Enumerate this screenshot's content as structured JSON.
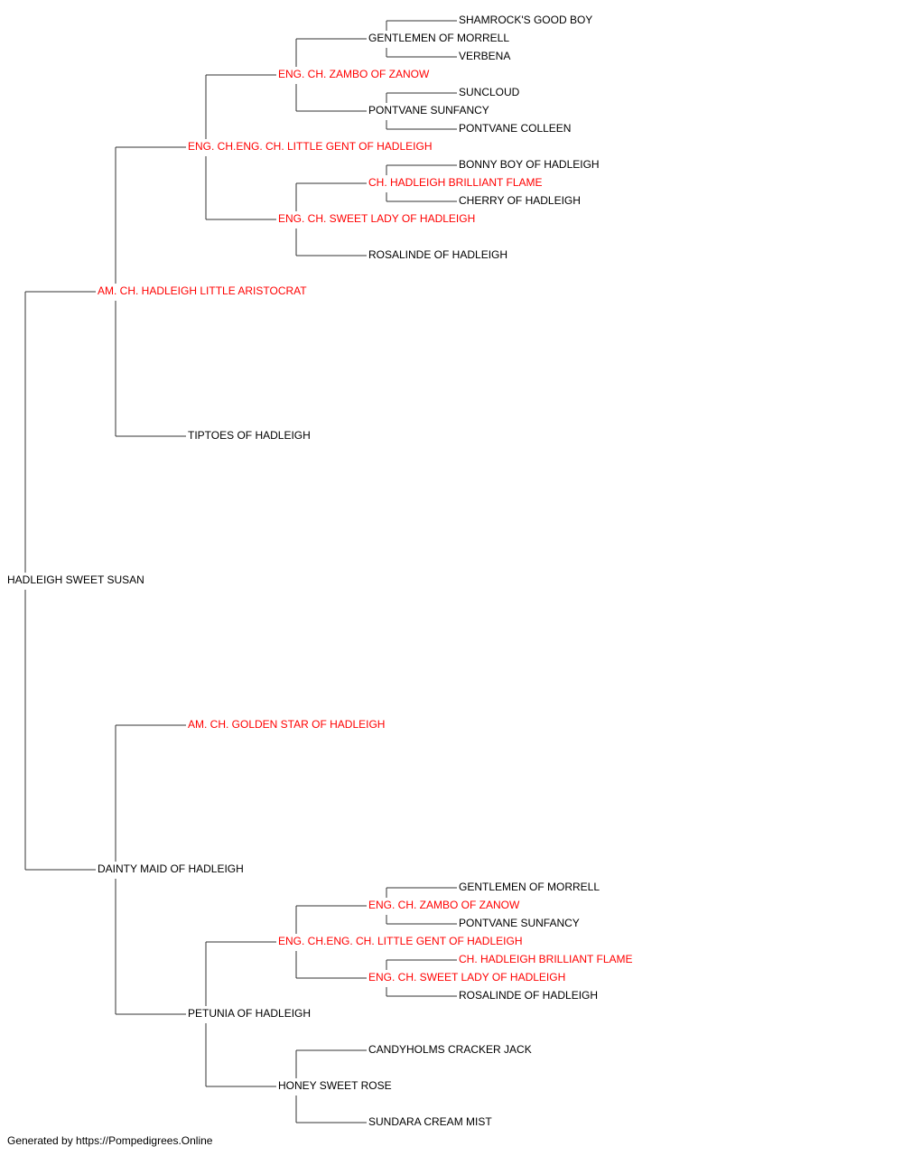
{
  "colors": {
    "champion": "#ff0000",
    "regular": "#000000",
    "line": "#333333"
  },
  "pedigree": {
    "name": "HADLEIGH SWEET SUSAN",
    "champion": false,
    "sire": {
      "name": "AM. CH. HADLEIGH LITTLE ARISTOCRAT",
      "champion": true,
      "sire": {
        "name": "ENG. CH.ENG. CH. LITTLE GENT OF HADLEIGH",
        "champion": true,
        "sire": {
          "name": "ENG. CH. ZAMBO OF ZANOW",
          "champion": true,
          "sire": {
            "name": "GENTLEMEN OF MORRELL",
            "champion": false,
            "sire": {
              "name": "SHAMROCK'S GOOD BOY",
              "champion": false
            },
            "dam": {
              "name": "VERBENA",
              "champion": false
            }
          },
          "dam": {
            "name": "PONTVANE SUNFANCY",
            "champion": false,
            "sire": {
              "name": "SUNCLOUD",
              "champion": false
            },
            "dam": {
              "name": "PONTVANE COLLEEN",
              "champion": false
            }
          }
        },
        "dam": {
          "name": "ENG. CH. SWEET LADY OF HADLEIGH",
          "champion": true,
          "sire": {
            "name": "CH. HADLEIGH BRILLIANT FLAME",
            "champion": true,
            "sire": {
              "name": "BONNY BOY OF HADLEIGH",
              "champion": false
            },
            "dam": {
              "name": "CHERRY OF HADLEIGH",
              "champion": false
            }
          },
          "dam": {
            "name": "ROSALINDE OF HADLEIGH",
            "champion": false
          }
        }
      },
      "dam": {
        "name": "TIPTOES OF HADLEIGH",
        "champion": false
      }
    },
    "dam": {
      "name": "DAINTY MAID OF HADLEIGH",
      "champion": false,
      "sire": {
        "name": "AM. CH. GOLDEN STAR OF HADLEIGH",
        "champion": true
      },
      "dam": {
        "name": "PETUNIA OF HADLEIGH",
        "champion": false,
        "sire": {
          "name": "ENG. CH.ENG. CH. LITTLE GENT OF HADLEIGH",
          "champion": true,
          "sire": {
            "name": "ENG. CH. ZAMBO OF ZANOW",
            "champion": true,
            "sire": {
              "name": "GENTLEMEN OF MORRELL",
              "champion": false
            },
            "dam": {
              "name": "PONTVANE SUNFANCY",
              "champion": false
            }
          },
          "dam": {
            "name": "ENG. CH. SWEET LADY OF HADLEIGH",
            "champion": true,
            "sire": {
              "name": "CH. HADLEIGH BRILLIANT FLAME",
              "champion": true
            },
            "dam": {
              "name": "ROSALINDE OF HADLEIGH",
              "champion": false
            }
          }
        },
        "dam": {
          "name": "HONEY SWEET ROSE",
          "champion": false,
          "sire": {
            "name": "CANDYHOLMS CRACKER JACK",
            "champion": false
          },
          "dam": {
            "name": "SUNDARA CREAM MIST",
            "champion": false
          }
        }
      }
    }
  },
  "footer": "Generated by https://Pompedigrees.Online"
}
